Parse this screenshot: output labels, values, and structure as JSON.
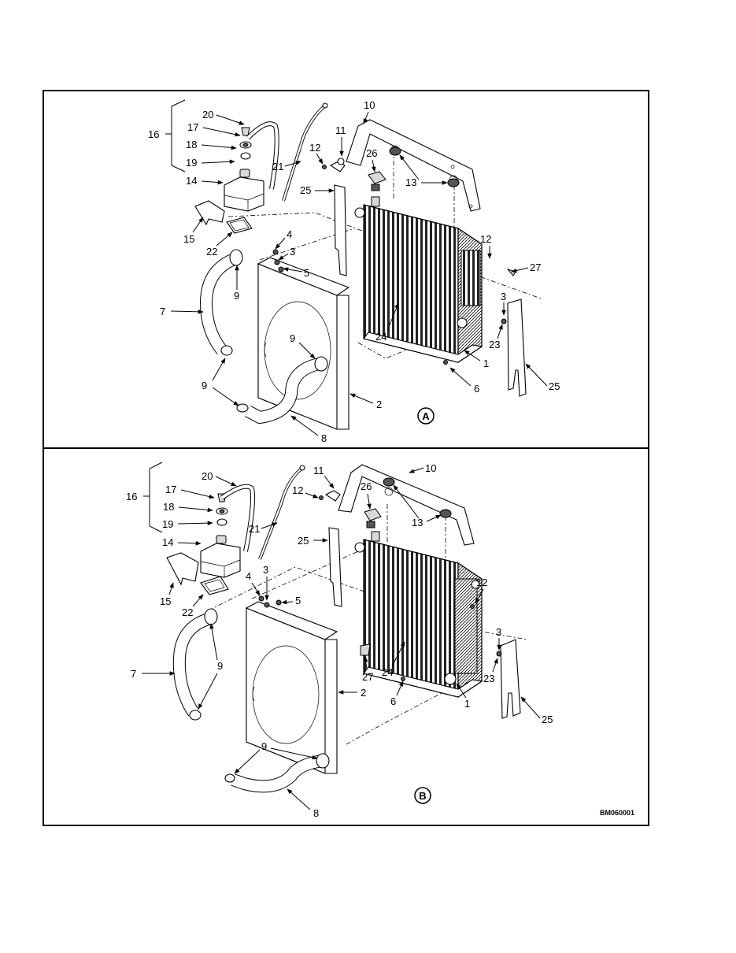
{
  "figure_code": "BM060001",
  "views": [
    {
      "id": "A",
      "labels": {
        "p16": "16",
        "p17": "17",
        "p18": "18",
        "p19": "19",
        "p20": "20",
        "p21": "21",
        "p14": "14",
        "p15": "15",
        "p22": "22",
        "p4": "4",
        "p3a": "3",
        "p5": "5",
        "p7": "7",
        "p9a": "9",
        "p9b": "9",
        "p9c": "9",
        "p8": "8",
        "p2": "2",
        "p24": "24",
        "p1": "1",
        "p6": "6",
        "p3b": "3",
        "p23": "23",
        "p25a": "25",
        "p25b": "25",
        "p27": "27",
        "p12a": "12",
        "p12b": "12",
        "p11": "11",
        "p10": "10",
        "p26": "26",
        "p13": "13"
      }
    },
    {
      "id": "B",
      "labels": {
        "p16": "16",
        "p17": "17",
        "p18": "18",
        "p19": "19",
        "p20": "20",
        "p21": "21",
        "p14": "14",
        "p15": "15",
        "p22": "22",
        "p4": "4",
        "p3a": "3",
        "p5": "5",
        "p7": "7",
        "p9a": "9",
        "p9b": "9",
        "p8": "8",
        "p2": "2",
        "p24": "24",
        "p1": "1",
        "p6": "6",
        "p3b": "3",
        "p23": "23",
        "p25a": "25",
        "p25b": "25",
        "p27": "27",
        "p12a": "12",
        "p12b": "12",
        "p11": "11",
        "p10": "10",
        "p26": "26",
        "p13": "13"
      }
    }
  ]
}
